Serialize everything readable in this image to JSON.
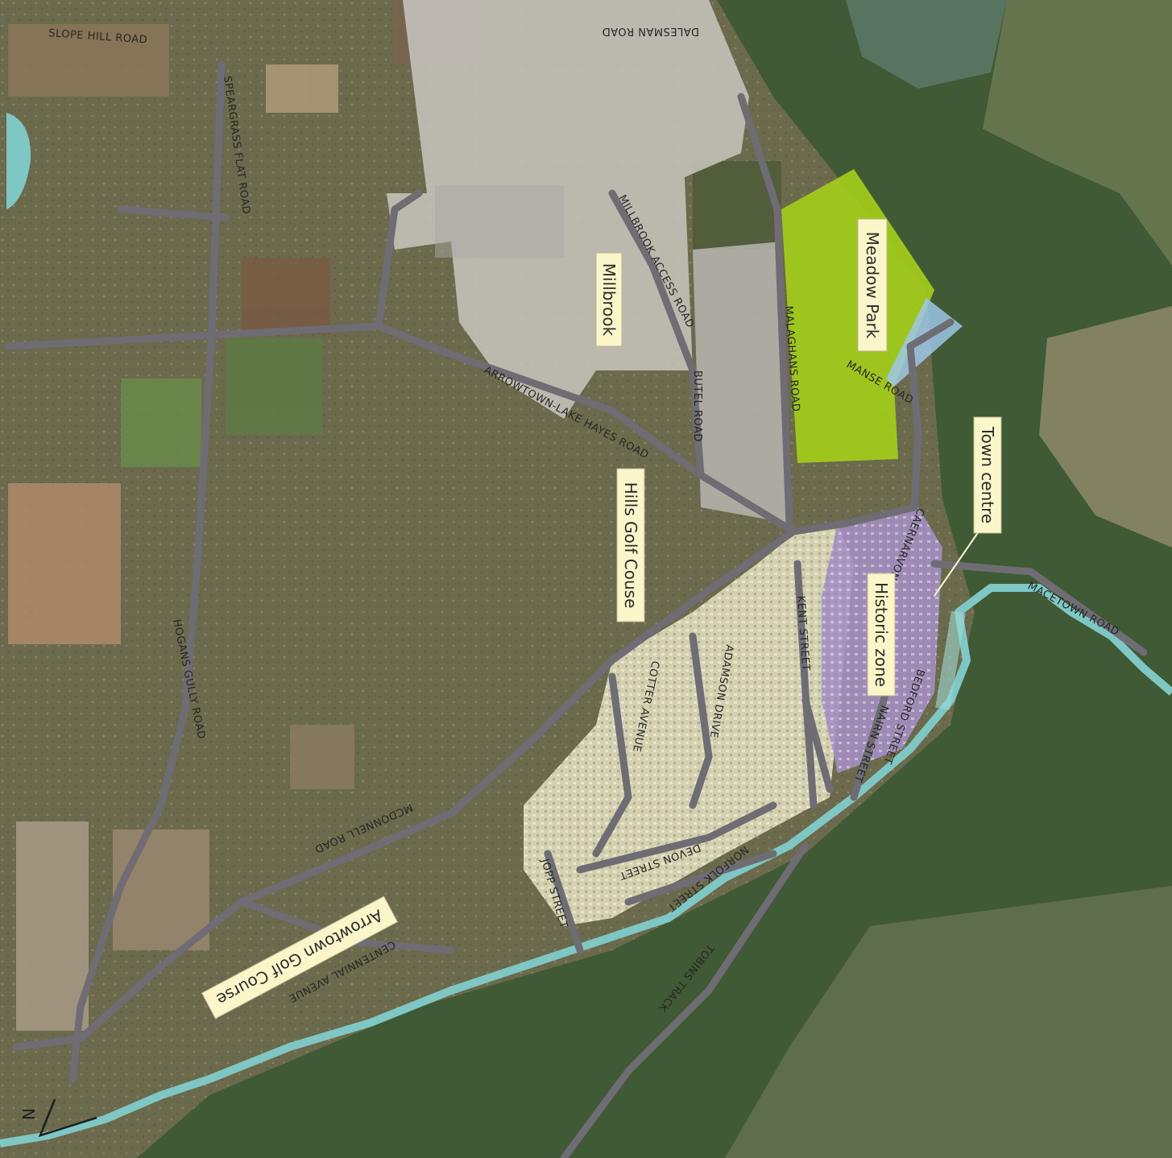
{
  "areas": {
    "millbrook": "Millbrook",
    "meadow_park": "Meadow Park",
    "hills_golf": "Hills Golf Couse",
    "historic_zone": "Historic zone",
    "town_centre": "Town centre",
    "arrowtown_golf": "Arrowtown Golf Course"
  },
  "roads": {
    "slope_hill": "SLOPE HILL ROAD",
    "dalesman": "DALESMAN ROAD",
    "speargrass": "SPEARGRASS FLAT ROAD",
    "millbrook_access": "MILLBROOK ACCESS ROAD",
    "malaghans": "MALAGHANS ROAD",
    "manse": "MANSE ROAD",
    "arrowtown_lake_hayes": "ARROWTOWN-LAKE HAYES ROAD",
    "butel": "BUTEL ROAD",
    "caernarvon": "CAERNARVON STREET",
    "kent": "KENT STREET",
    "macetown": "MACETOWN ROAD",
    "hogans_gully": "HOGANS GULLY ROAD",
    "cotter": "COTTER AVENUE",
    "adamson": "ADAMSON DRIVE",
    "bedford": "BEDFORD STREET",
    "nairn": "NAIRN STREET",
    "mcdonnell": "MCDONNELL ROAD",
    "devon": "DEVON STREET",
    "norfolk": "NORFOLK STREET",
    "jopp": "JOPP STREET",
    "centennial": "CENTENNIAL AVENUE",
    "tobins": "TOBINS TRACK"
  },
  "north_arrow": "N",
  "colors": {
    "terrain": "#6b6a4c",
    "forest": "#3f5a34",
    "river": "#7fc7c4",
    "millbrook": "#c9c7c0",
    "meadow_park": "#a4cf1a",
    "historic_zone": "#a48fc6",
    "residential": "#d8d6b4",
    "road": "#6f6c74",
    "label_box": "#fbf6c9"
  }
}
